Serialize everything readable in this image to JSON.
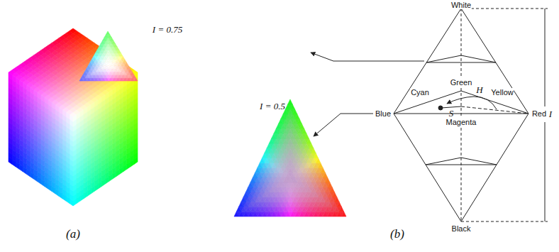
{
  "diagram": {
    "labels": [
      "(a)",
      "(b)",
      "I = 0.75",
      "I = 0.5",
      "White",
      "Green",
      "Cyan",
      "Yellow",
      "H",
      "Blue",
      "S",
      "Red",
      "Magenta",
      "I",
      "Black"
    ]
  }
}
